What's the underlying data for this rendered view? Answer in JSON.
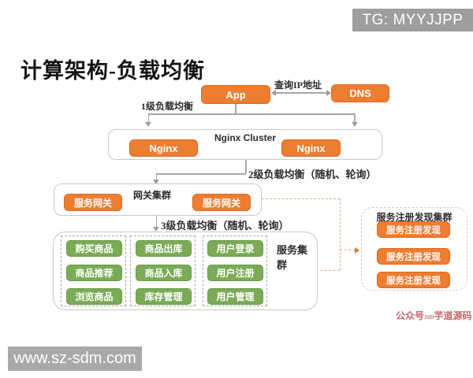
{
  "title": "计算架构-负载均衡",
  "watermarks": {
    "top_right": "TG: MYYJJPP",
    "bottom_left": "www.sz-sdm.com"
  },
  "credit": {
    "prefix": "公众号",
    "small": "JSD",
    "name": "芋道源码"
  },
  "colors": {
    "node_orange": "#ed7d31",
    "node_green": "#7bab56",
    "connector_gray": "#a3a8a6",
    "dashed_connector": "#d9b089",
    "watermark_gray": "#9e9e9e",
    "credit_red": "#c4686a"
  },
  "diagram": {
    "app_label": "App",
    "dns_label": "DNS",
    "query_ip_label": "查询IP地址",
    "lb1_label": "1级负载均衡",
    "lb2_label": "2级负载均衡（随机、轮询）",
    "lb3_label": "3级负载均衡（随机、轮询）",
    "nginx_cluster": {
      "label": "Nginx Cluster",
      "nodes": [
        "Nginx",
        "Nginx"
      ]
    },
    "gateway_cluster": {
      "label": "网关集群",
      "nodes": [
        "服务网关",
        "服务网关"
      ]
    },
    "service_cluster": {
      "label": "服务集群",
      "groups": [
        [
          "购买商品",
          "商品推荐",
          "浏览商品"
        ],
        [
          "商品出库",
          "商品入库",
          "库存管理"
        ],
        [
          "用户登录",
          "用户注册",
          "用户管理"
        ]
      ]
    },
    "registry_cluster": {
      "label": "服务注册发现集群",
      "nodes": [
        "服务注册发现",
        "服务注册发现",
        "服务注册发现"
      ]
    }
  }
}
